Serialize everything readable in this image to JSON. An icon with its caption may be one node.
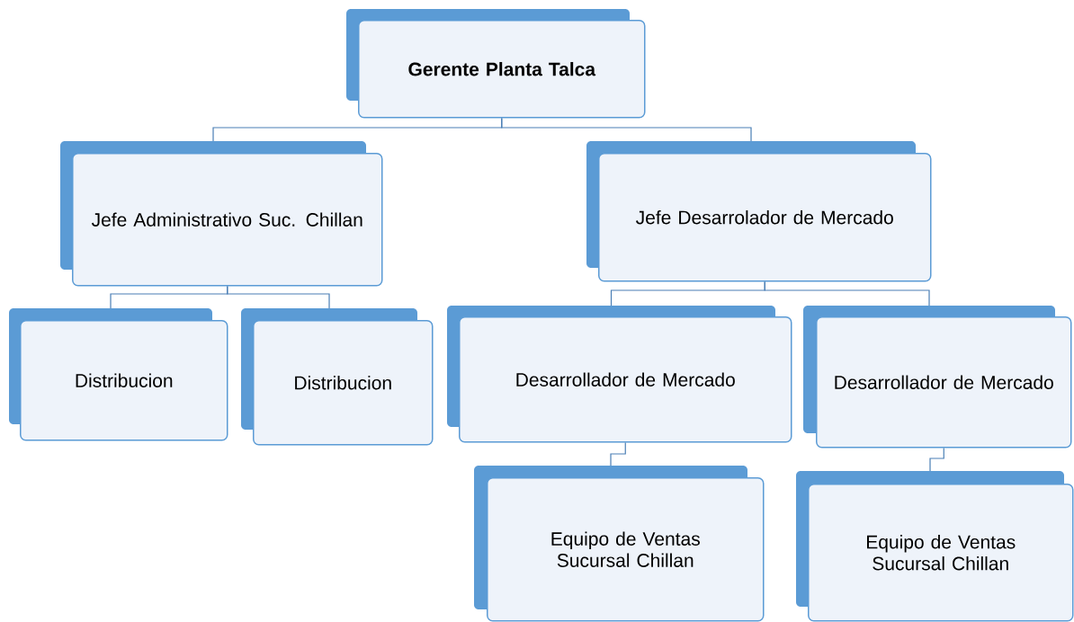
{
  "diagram": {
    "nodes": [
      {
        "text": [
          "Gerente Planta Talca"
        ]
      },
      {
        "text": [
          "Jefe Administrativo Suc. Chillan"
        ]
      },
      {
        "text": [
          "Jefe Desarrolador de Mercado"
        ]
      },
      {
        "text": [
          "Distribucion"
        ]
      },
      {
        "text": [
          "Distribucion"
        ]
      },
      {
        "text": [
          "Desarrollador de Mercado"
        ]
      },
      {
        "text": [
          "Desarrollador de Mercado"
        ]
      },
      {
        "text": [
          "Equipo de Ventas Sucursal Chillan"
        ]
      },
      {
        "text": [
          "Equipo de Ventas Sucursal Chillan"
        ]
      }
    ],
    "edges": [
      {
        "from": 0,
        "to": 1,
        "arrow": "none"
      },
      {
        "from": 0,
        "to": 2,
        "arrow": "none"
      },
      {
        "from": 1,
        "to": 3,
        "arrow": "none"
      },
      {
        "from": 1,
        "to": 4,
        "arrow": "none"
      },
      {
        "from": 2,
        "to": 5,
        "arrow": "none"
      },
      {
        "from": 2,
        "to": 6,
        "arrow": "none"
      },
      {
        "from": 5,
        "to": 7,
        "arrow": "none"
      },
      {
        "from": 6,
        "to": 8,
        "arrow": "none"
      }
    ]
  }
}
